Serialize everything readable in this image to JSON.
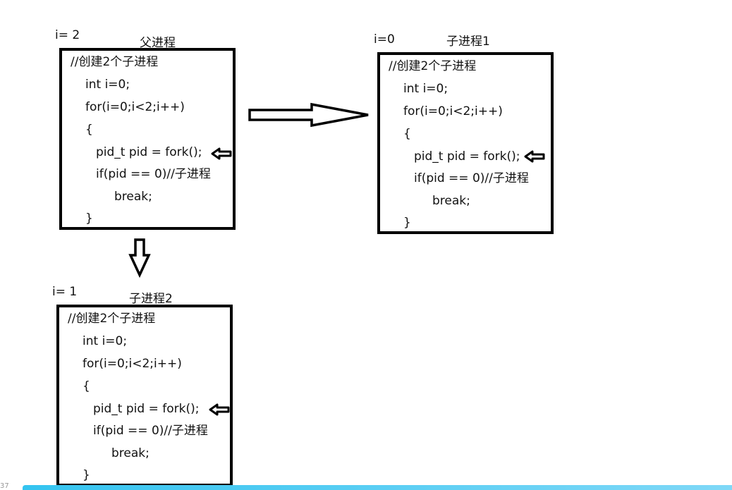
{
  "parent": {
    "i_label": "i=  2",
    "title": "父进程",
    "code": [
      "//创建2个子进程",
      "int i=0;",
      "for(i=0;i<2;i++)",
      "{",
      "pid_t pid = fork();",
      "if(pid == 0)//子进程",
      "break;",
      "}"
    ]
  },
  "child1": {
    "i_label": "i=0",
    "title": "子进程1",
    "code": [
      "//创建2个子进程",
      "int i=0;",
      "for(i=0;i<2;i++)",
      "{",
      "pid_t pid = fork();",
      "if(pid == 0)//子进程",
      "break;",
      "}"
    ]
  },
  "child2": {
    "i_label": "i= 1",
    "title": "子进程2",
    "code": [
      "//创建2个子进程",
      "int i=0;",
      "for(i=0;i<2;i++)",
      "{",
      "pid_t pid = fork();",
      "if(pid == 0)//子进程",
      "break;",
      "}"
    ]
  },
  "corner_text": "37"
}
